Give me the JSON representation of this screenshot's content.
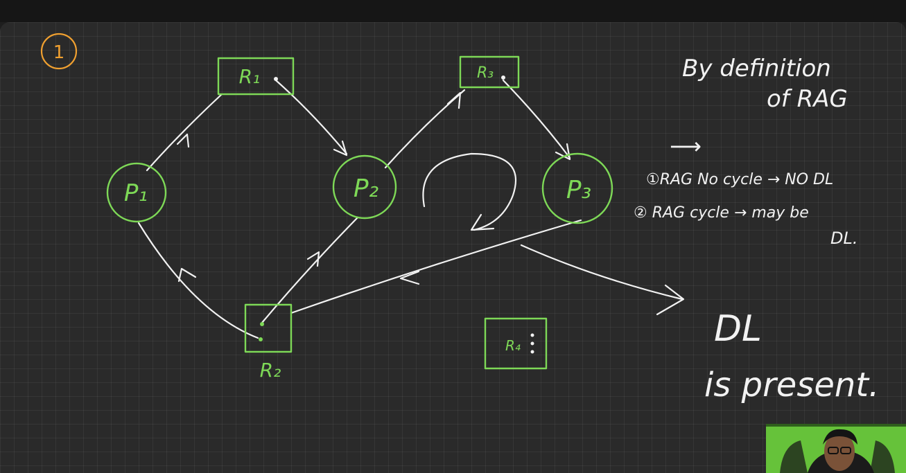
{
  "page_marker": "1",
  "nodes": {
    "p1": "P₁",
    "p2": "P₂",
    "p3": "P₃",
    "r1": "R₁",
    "r2": "R₂",
    "r3": "R₃",
    "r4": "R₄"
  },
  "notes": {
    "heading_line1": "By definition",
    "heading_line2": "of RAG",
    "arrow": "⟶",
    "rule1": "①RAG No cycle → NO DL",
    "rule2_line1": "② RAG cycle → may be",
    "rule2_line2": "DL.",
    "conclusion_line1": "DL",
    "conclusion_line2": "is present."
  },
  "colors": {
    "background": "#2a2a2a",
    "node_ink": "#7ed957",
    "arrow_ink": "#f2f2f2",
    "marker_ink": "#f0a030",
    "webcam_bg": "#66c23a"
  }
}
